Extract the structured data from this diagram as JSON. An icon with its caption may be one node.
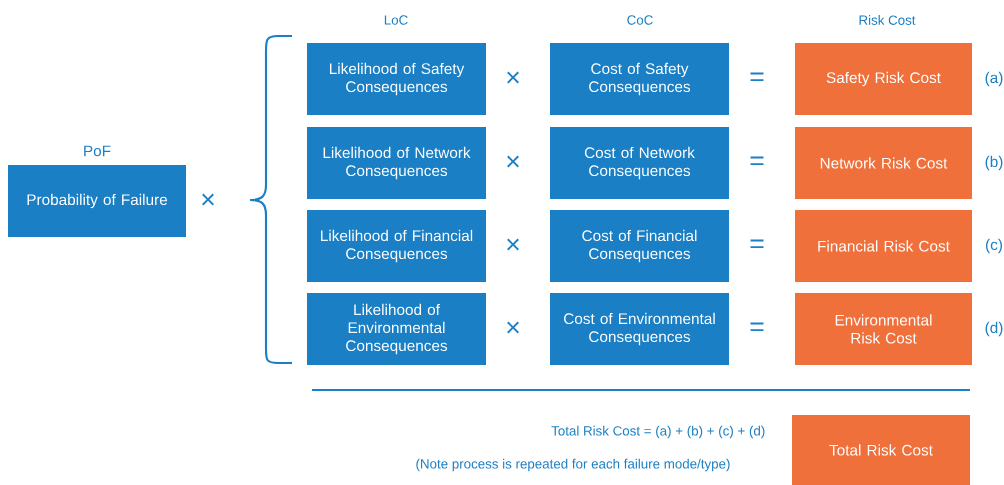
{
  "diagram": {
    "nodes": [
      {
        "text": [
          "PoF",
          "Probability of Failure"
        ]
      },
      {
        "text": [
          "Likelihood of Safety Consequences"
        ]
      },
      {
        "text": [
          "Cost of Safety Consequences"
        ]
      },
      {
        "text": [
          "Safety Risk Cost"
        ],
        "beside": [
          "(a)"
        ]
      },
      {
        "text": [
          "Likelihood of Network Consequences"
        ]
      },
      {
        "text": [
          "Cost of Network Consequences"
        ]
      },
      {
        "text": [
          "Network Risk Cost"
        ],
        "beside": [
          "(b)"
        ]
      },
      {
        "text": [
          "Likelihood of Financial Consequences"
        ]
      },
      {
        "text": [
          "Cost of Financial Consequences"
        ]
      },
      {
        "text": [
          "Financial Risk Cost"
        ],
        "beside": [
          "(c)"
        ]
      },
      {
        "text": [
          "Likelihood of Environmental Consequences"
        ]
      },
      {
        "text": [
          "Cost of Environmental Consequences"
        ]
      },
      {
        "text": [
          "Environmental Risk Cost"
        ],
        "beside": [
          "(d)"
        ]
      },
      {
        "text": [
          "Total Risk Cost"
        ]
      }
    ],
    "edges": [],
    "labels": [
      "LoC",
      "CoC",
      "Risk Cost",
      "×",
      "=",
      "×",
      "×",
      "=",
      "×",
      "=",
      "×",
      "=",
      "Total Risk Cost = (a) + (b) + (c) + (d)",
      "(Note process is repeated for each failure mode/type)"
    ]
  }
}
